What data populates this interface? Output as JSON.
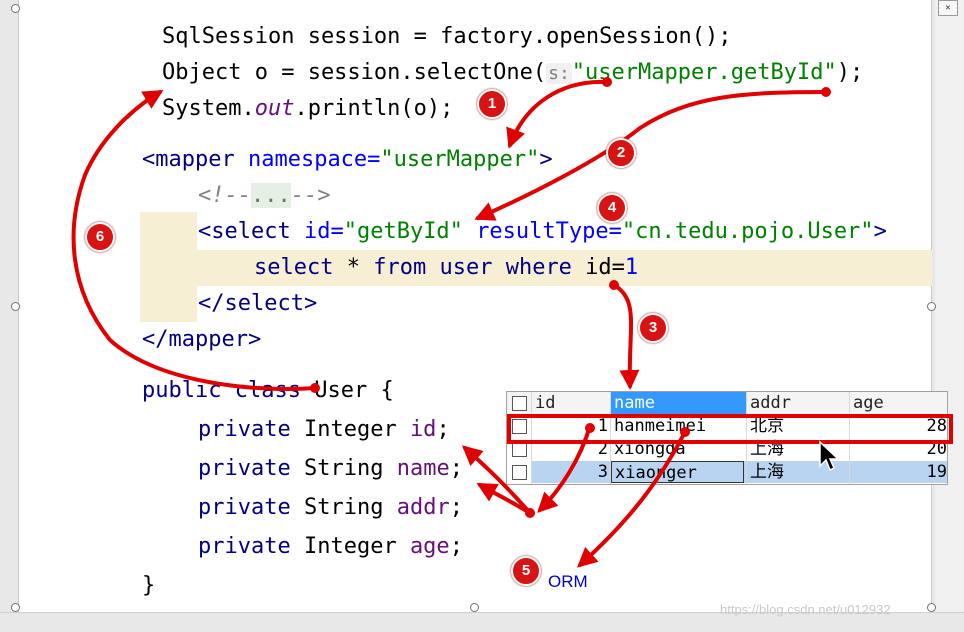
{
  "java_top": {
    "line1": "SqlSession session = factory.openSession();",
    "line2_prefix": "Object o = session.selectOne(",
    "line2_hint": "s:",
    "line2_string": "\"userMapper.getById\"",
    "line2_suffix": ");",
    "line3_prefix": "System.",
    "line3_field": "out",
    "line3_suffix": ".println(o);"
  },
  "xml": {
    "mapper_open_tag": "<mapper",
    "namespace_attr": "namespace=",
    "namespace_value": "\"userMapper\"",
    "mapper_open_close": ">",
    "comment_start": "<!--",
    "comment_fold": "...",
    "comment_end": "-->",
    "select_open": "<select",
    "id_attr": "id=",
    "id_value": "\"getById\"",
    "resulttype_attr": "resultType=",
    "resulttype_value": "\"cn.tedu.pojo.User\"",
    "select_open_close": ">",
    "sql_select": "select",
    "sql_star": " * ",
    "sql_from": "from",
    "sql_user": " user ",
    "sql_where": "where",
    "sql_cond": " id=",
    "sql_value": "1",
    "select_close": "</select>",
    "mapper_close": "</mapper>"
  },
  "java_class": {
    "decl_public": "public",
    "decl_class": "class",
    "decl_name": "User {",
    "fields": [
      {
        "modifier": "private",
        "type": "Integer",
        "name": "id",
        "end": ";"
      },
      {
        "modifier": "private",
        "type": "String",
        "name": "name",
        "end": ";"
      },
      {
        "modifier": "private",
        "type": "String",
        "name": "addr",
        "end": ";"
      },
      {
        "modifier": "private",
        "type": "Integer",
        "name": "age",
        "end": ";"
      }
    ],
    "closing": "}"
  },
  "table": {
    "columns": [
      "id",
      "name",
      "addr",
      "age"
    ],
    "rows": [
      {
        "id": "1",
        "name": "hanmeimei",
        "addr": "北京",
        "age": "28"
      },
      {
        "id": "2",
        "name": "xiongda",
        "addr": "上海",
        "age": "20"
      },
      {
        "id": "3",
        "name": "xiaonger",
        "addr": "上海",
        "age": "19"
      }
    ]
  },
  "markers": [
    "1",
    "2",
    "3",
    "4",
    "5",
    "6"
  ],
  "orm_label": "ORM",
  "watermark": "https://blog.csdn.net/u012932",
  "colors": {
    "arrow": "#e00000",
    "keyword": "#000080",
    "string": "#008000",
    "field": "#660e7a",
    "highlight_line": "#f7efd3",
    "selected_cell": "#3399ff",
    "selected_row": "#b8d4f0"
  }
}
